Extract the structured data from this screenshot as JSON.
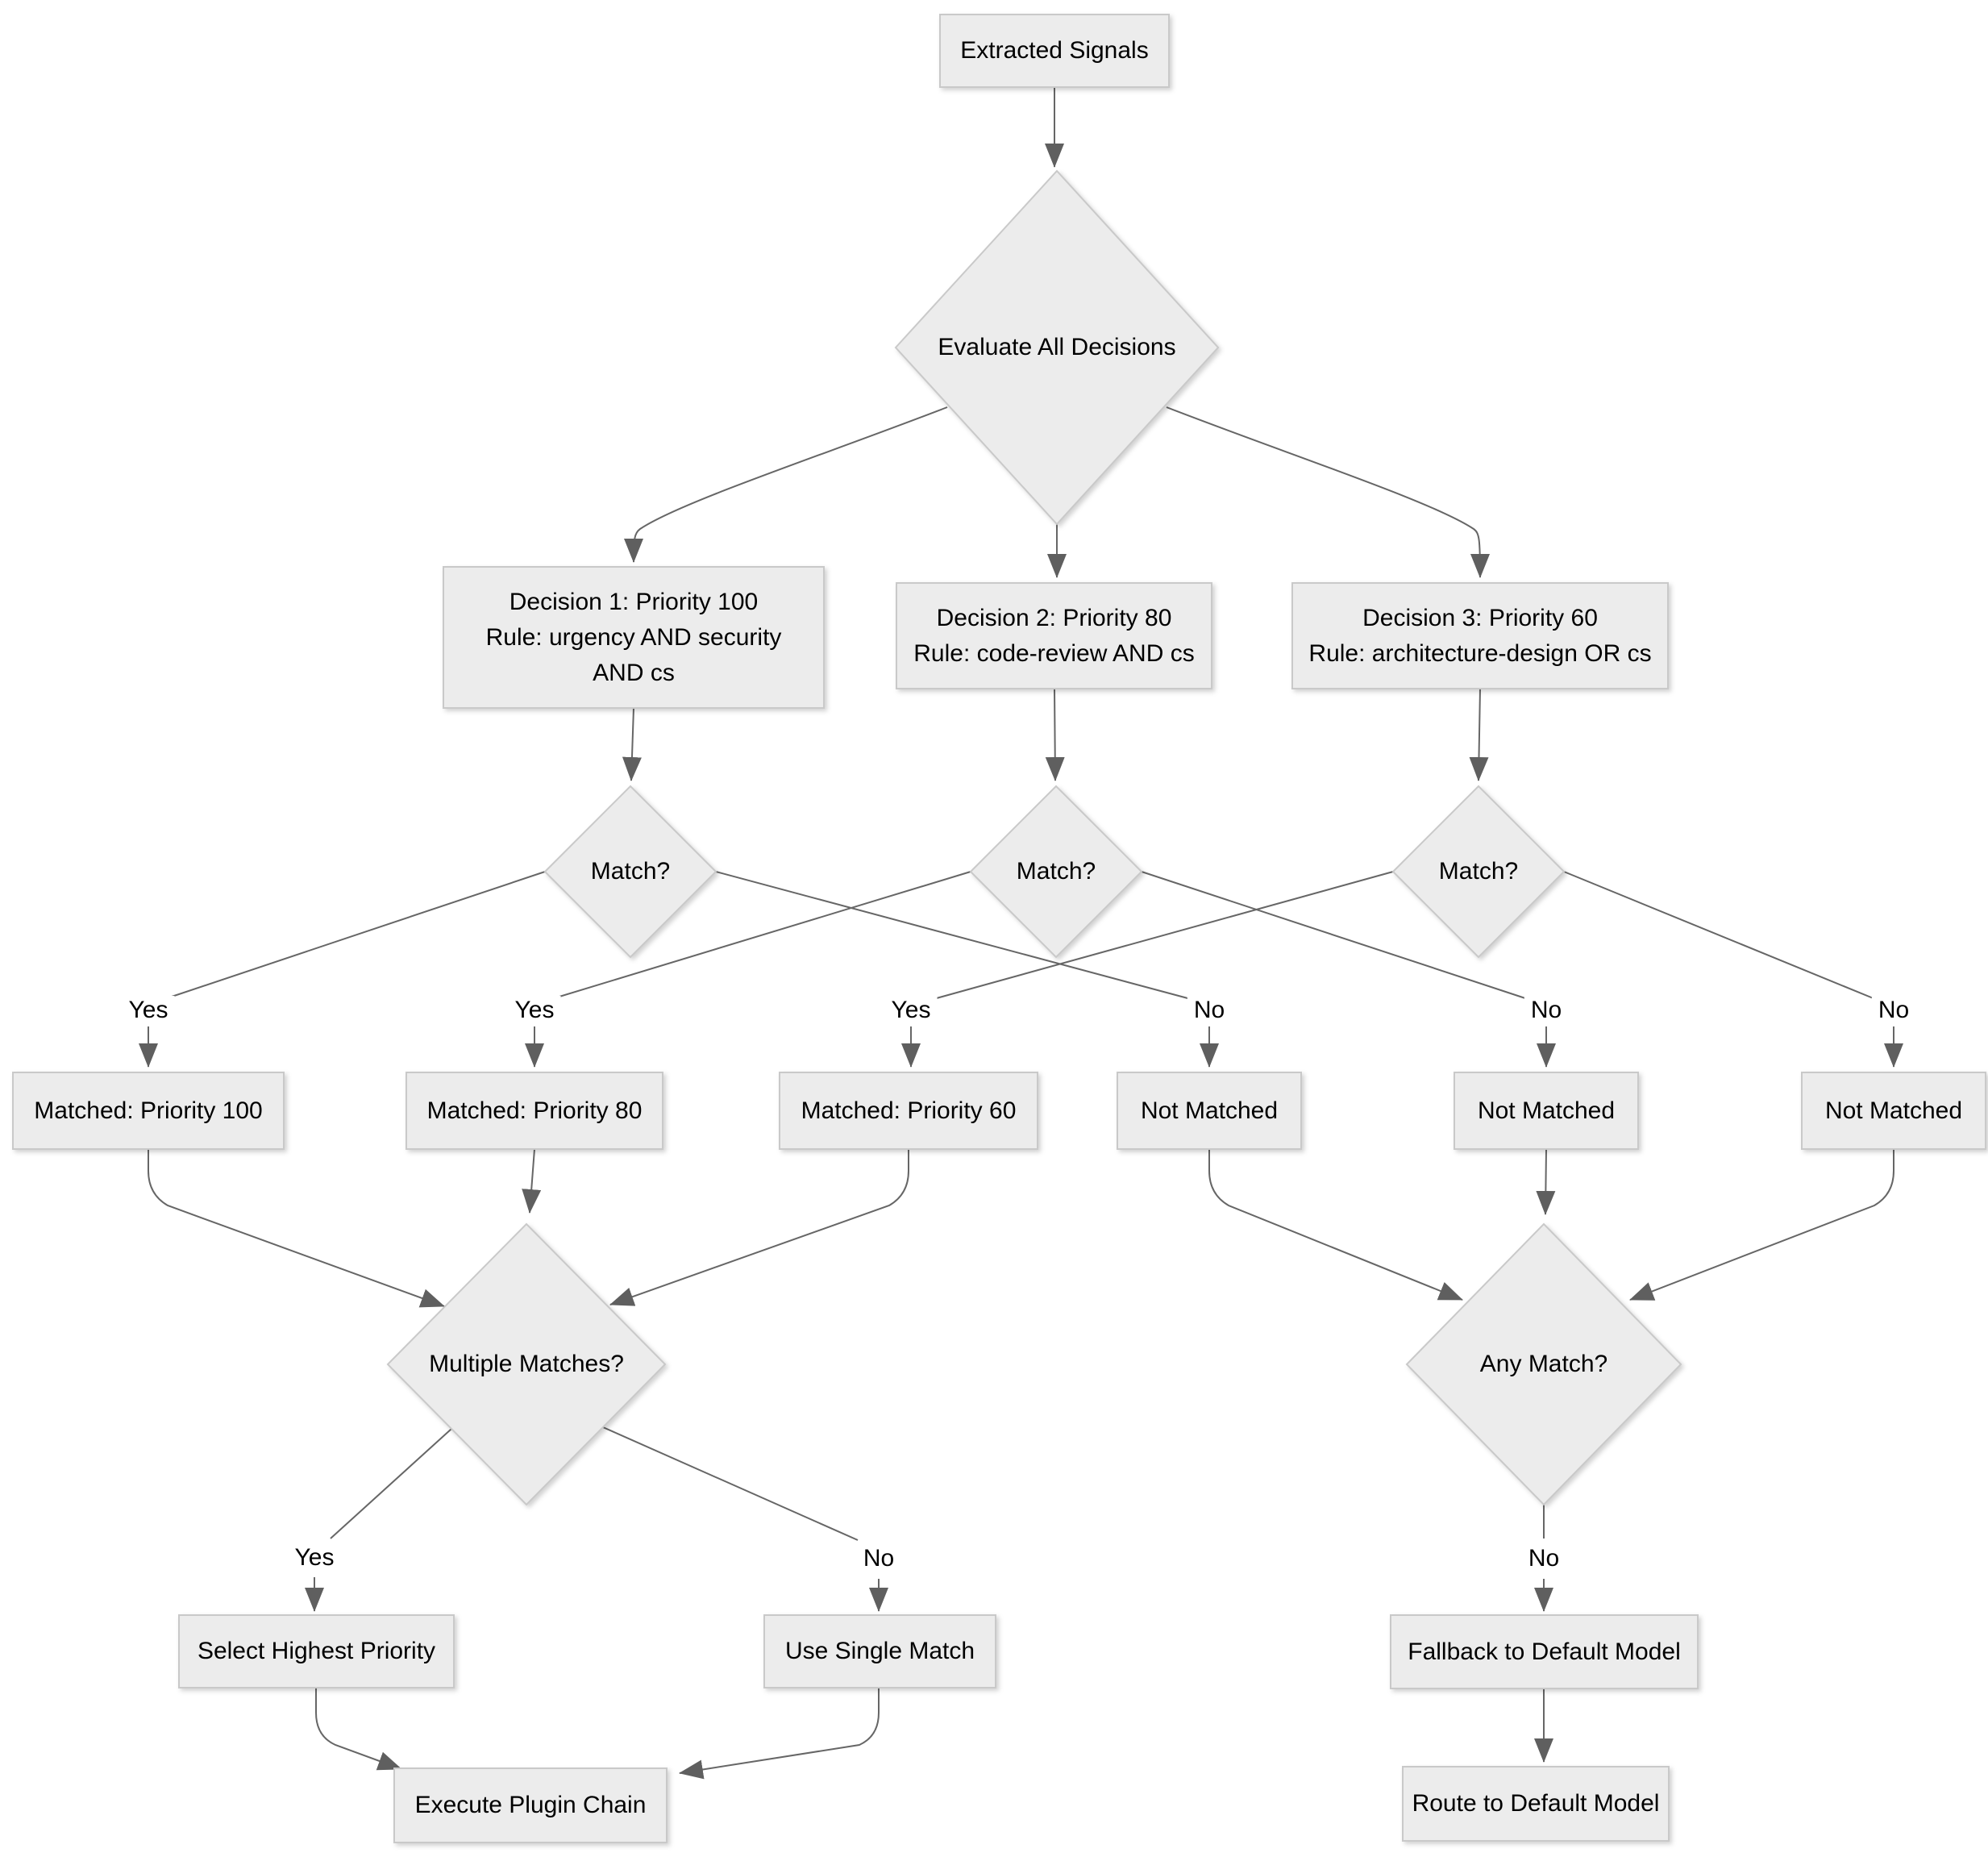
{
  "diagram": {
    "type": "flowchart",
    "orientation": "top-down"
  },
  "colors": {
    "node_fill": "#ececec",
    "node_border": "#c9c9c9",
    "edge_line": "#666666",
    "arrowhead": "#5f5f5f",
    "label_text": "#000000",
    "background": "#ffffff"
  },
  "nodes": {
    "extracted_signals": {
      "label": "Extracted Signals"
    },
    "evaluate_all_decisions": {
      "label": "Evaluate All Decisions"
    },
    "decision_1": {
      "lines": {
        "l1": "Decision 1: Priority 100",
        "l2": "Rule: urgency AND security",
        "l3": "AND cs"
      }
    },
    "decision_2": {
      "lines": {
        "l1": "Decision 2: Priority 80",
        "l2": "Rule: code-review AND cs"
      }
    },
    "decision_3": {
      "lines": {
        "l1": "Decision 3: Priority 60",
        "l2": "Rule: architecture-design OR cs"
      }
    },
    "match_1": {
      "label": "Match?"
    },
    "match_2": {
      "label": "Match?"
    },
    "match_3": {
      "label": "Match?"
    },
    "matched_priority_100": {
      "label": "Matched: Priority 100"
    },
    "matched_priority_80": {
      "label": "Matched: Priority 80"
    },
    "matched_priority_60": {
      "label": "Matched: Priority 60"
    },
    "not_matched_1": {
      "label": "Not Matched"
    },
    "not_matched_2": {
      "label": "Not Matched"
    },
    "not_matched_3": {
      "label": "Not Matched"
    },
    "multiple_matches": {
      "label": "Multiple Matches?"
    },
    "any_match": {
      "label": "Any Match?"
    },
    "select_highest_priority": {
      "label": "Select Highest Priority"
    },
    "use_single_match": {
      "label": "Use Single Match"
    },
    "fallback_to_default": {
      "label": "Fallback to Default Model"
    },
    "execute_plugin_chain": {
      "label": "Execute Plugin Chain"
    },
    "route_to_default": {
      "label": "Route to Default Model"
    }
  },
  "edge_labels": {
    "match1_yes": "Yes",
    "match2_yes": "Yes",
    "match3_yes": "Yes",
    "match1_no": "No",
    "match2_no": "No",
    "match3_no": "No",
    "multiple_yes": "Yes",
    "multiple_no": "No",
    "any_no": "No"
  }
}
